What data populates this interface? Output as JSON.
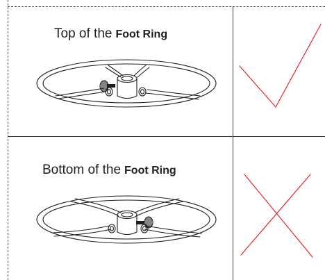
{
  "panels": [
    {
      "id": "top",
      "title_prefix": "Top of the",
      "title_emphasis": "Foot Ring",
      "mark": "checkmark-icon",
      "mark_color": "#e8242c"
    },
    {
      "id": "bottom",
      "title_prefix": "Bottom of the",
      "title_emphasis": "Foot Ring",
      "mark": "cross-icon",
      "mark_color": "#e8242c"
    }
  ],
  "line_color": "#1e1e1e"
}
